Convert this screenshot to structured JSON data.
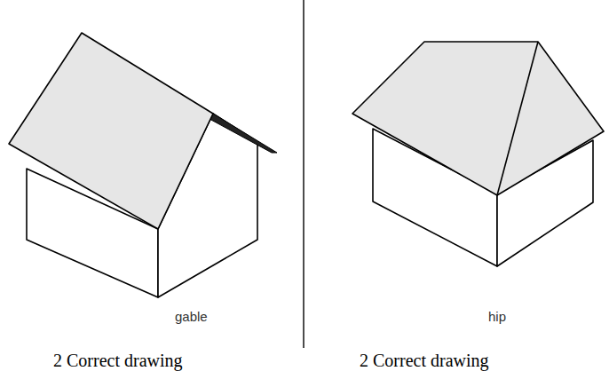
{
  "diagram": {
    "labels": [
      "gable",
      "hip",
      "2 Correct drawing",
      "2 Correct drawing"
    ]
  }
}
